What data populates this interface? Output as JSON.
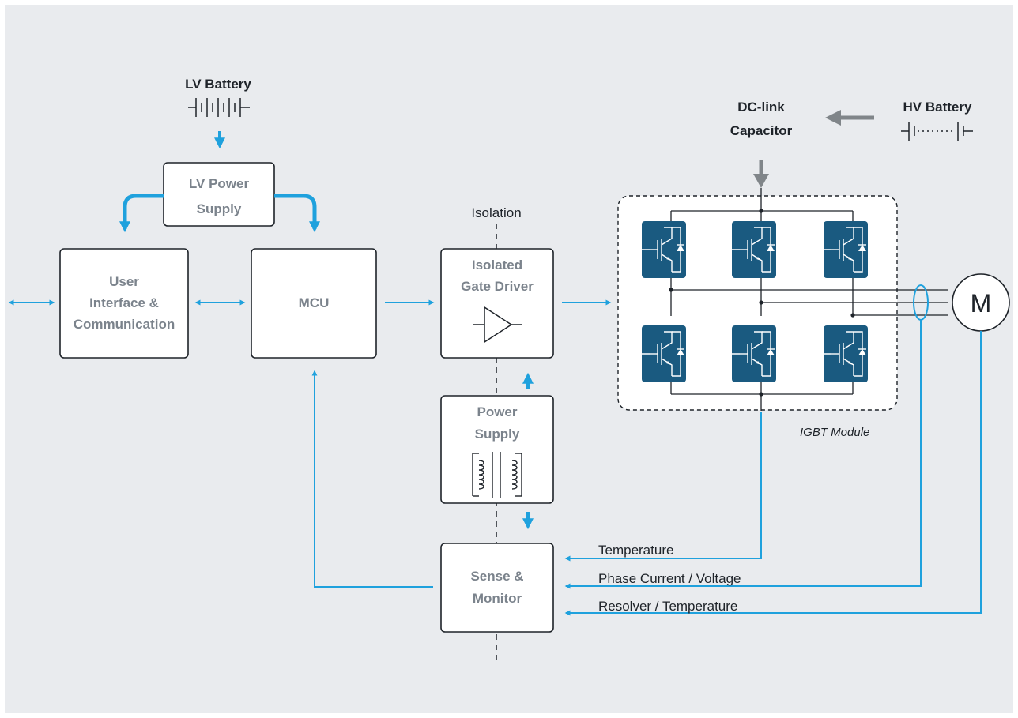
{
  "colors": {
    "background": "#e9ebee",
    "signal_blue": "#1fa1dd",
    "power_gray": "#808589",
    "igbt_chip": "#1a5a80",
    "box_text": "#7b838c"
  },
  "labels": {
    "lv_battery": "LV Battery",
    "hv_battery": "HV Battery",
    "dc_link_line1": "DC-link",
    "dc_link_line2": "Capacitor",
    "isolation": "Isolation",
    "igbt_module": "IGBT Module",
    "motor": "M"
  },
  "blocks": {
    "lv_power_supply": [
      "LV Power",
      "Supply"
    ],
    "user_interface": [
      "User",
      "Interface &",
      "Communication"
    ],
    "mcu": [
      "MCU"
    ],
    "isolated_gate_driver": [
      "Isolated",
      "Gate Driver"
    ],
    "power_supply": [
      "Power",
      "Supply"
    ],
    "sense_monitor": [
      "Sense &",
      "Monitor"
    ]
  },
  "feedback_signals": {
    "temperature": "Temperature",
    "phase_current_voltage": "Phase Current / Voltage",
    "resolver_temperature": "Resolver / Temperature"
  },
  "icons": [
    "battery-symbol-icon",
    "buffer-amplifier-icon",
    "transformer-icon",
    "igbt-switch-icon",
    "current-sensor-icon",
    "motor-icon"
  ]
}
